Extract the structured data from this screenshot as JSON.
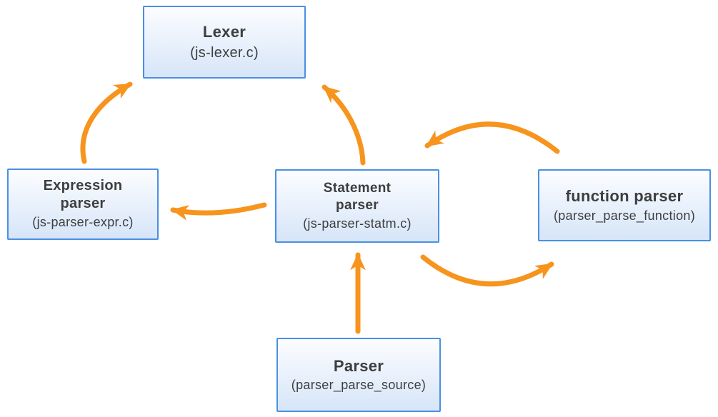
{
  "diagram": {
    "nodes": [
      {
        "id": "lexer",
        "title": "Lexer",
        "subtitle": "(js-lexer.c)"
      },
      {
        "id": "expression-parser",
        "title": "Expression\nparser",
        "subtitle": "(js-parser-expr.c)"
      },
      {
        "id": "statement-parser",
        "title": "Statement\nparser",
        "subtitle": "(js-parser-statm.c)"
      },
      {
        "id": "function-parser",
        "title": "function parser",
        "subtitle": "(parser_parse_function)"
      },
      {
        "id": "parser",
        "title": "Parser",
        "subtitle": "(parser_parse_source)"
      }
    ],
    "edges": [
      {
        "from": "expression-parser",
        "to": "lexer"
      },
      {
        "from": "statement-parser",
        "to": "lexer"
      },
      {
        "from": "statement-parser",
        "to": "expression-parser"
      },
      {
        "from": "function-parser",
        "to": "statement-parser"
      },
      {
        "from": "statement-parser",
        "to": "function-parser"
      },
      {
        "from": "parser",
        "to": "statement-parser"
      }
    ],
    "colors": {
      "arrow_color": "#F7941D",
      "node_border": "#4A90E2",
      "node_fill_top": "#FCFDFF",
      "node_fill_bottom": "#D6E5F8",
      "text_color": "#3E3E40"
    }
  }
}
